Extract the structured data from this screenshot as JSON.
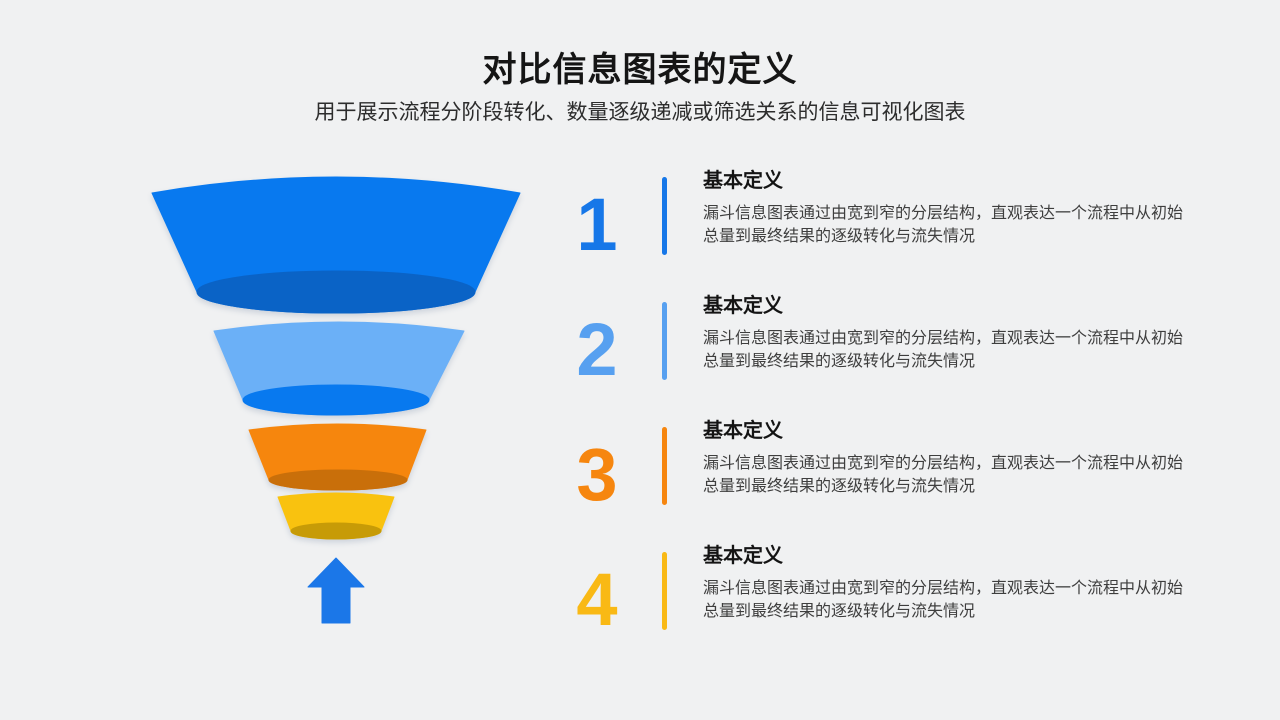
{
  "slide": {
    "title": "对比信息图表的定义",
    "subtitle": "用于展示流程分阶段转化、数量逐级递减或筛选关系的信息可视化图表",
    "background": "#F0F1F2"
  },
  "funnel": {
    "layers": [
      {
        "body_color": "#0879EF",
        "inner_color": "#0A63C6"
      },
      {
        "body_color": "#6BB0F7",
        "inner_color": "#0879EF"
      },
      {
        "body_color": "#F6860D",
        "inner_color": "#C96F0A"
      },
      {
        "body_color": "#F9C20F",
        "inner_color": "#C79B07"
      }
    ],
    "arrow_color": "#1B77E8"
  },
  "items": [
    {
      "number": "1",
      "accent": "#1677E8",
      "heading": "基本定义",
      "body": "漏斗信息图表通过由宽到窄的分层结构，直观表达一个流程中从初始总量到最终结果的逐级转化与流失情况"
    },
    {
      "number": "2",
      "accent": "#57A0F0",
      "heading": "基本定义",
      "body": "漏斗信息图表通过由宽到窄的分层结构，直观表达一个流程中从初始总量到最终结果的逐级转化与流失情况"
    },
    {
      "number": "3",
      "accent": "#F6860F",
      "heading": "基本定义",
      "body": "漏斗信息图表通过由宽到窄的分层结构，直观表达一个流程中从初始总量到最终结果的逐级转化与流失情况"
    },
    {
      "number": "4",
      "accent": "#F9B915",
      "heading": "基本定义",
      "body": "漏斗信息图表通过由宽到窄的分层结构，直观表达一个流程中从初始总量到最终结果的逐级转化与流失情况"
    }
  ]
}
